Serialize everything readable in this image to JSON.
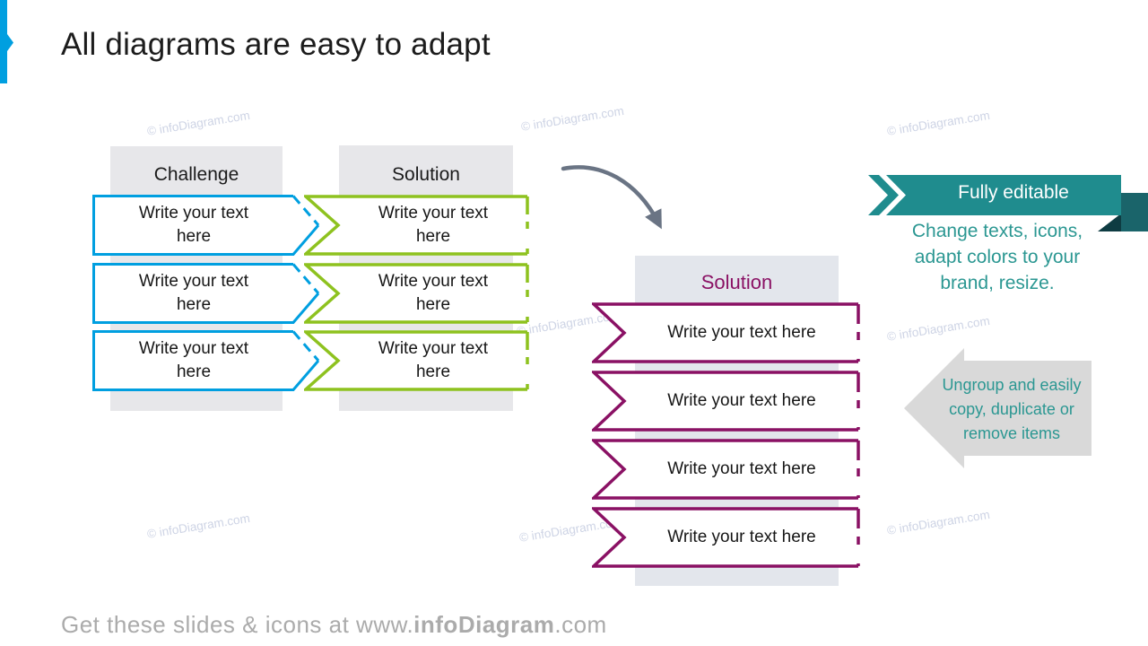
{
  "slide": {
    "title": "All diagrams are easy to adapt",
    "watermark": "© infoDiagram.com",
    "footer": {
      "prefix": "Get these slides & icons at www.",
      "brand": "infoDiagram",
      "suffix": ".com"
    }
  },
  "left_group": {
    "challenge": {
      "header": "Challenge",
      "items": [
        "Write your text here",
        "Write your text here",
        "Write your text here"
      ]
    },
    "solution": {
      "header": "Solution",
      "items": [
        "Write your text here",
        "Write your text here",
        "Write your text here"
      ]
    }
  },
  "middle_group": {
    "header": "Solution",
    "items": [
      "Write your text here",
      "Write your text here",
      "Write your text here",
      "Write your text here"
    ]
  },
  "right_group": {
    "ribbon_label": "Fully editable",
    "description": "Change texts, icons, adapt colors to your brand, resize.",
    "arrow_note": "Ungroup and easily copy, duplicate or remove items"
  },
  "colors": {
    "blue": "#009FE0",
    "green": "#8EC21F",
    "purple": "#8A1164",
    "teal": "#1F8C8E",
    "teal_dark": "#1A646A",
    "teal_darkest": "#0E3C42",
    "teal_text": "#2B9792",
    "gray_panel": "#E7E7EA",
    "gray_panel_mid": "#E3E6EC",
    "gray_arrow": "#D9D9D9",
    "slate": "#6A7484",
    "watermark": "#CED4E5",
    "footer_gray": "#ABABAB",
    "text_dark": "#1C1C1C"
  }
}
